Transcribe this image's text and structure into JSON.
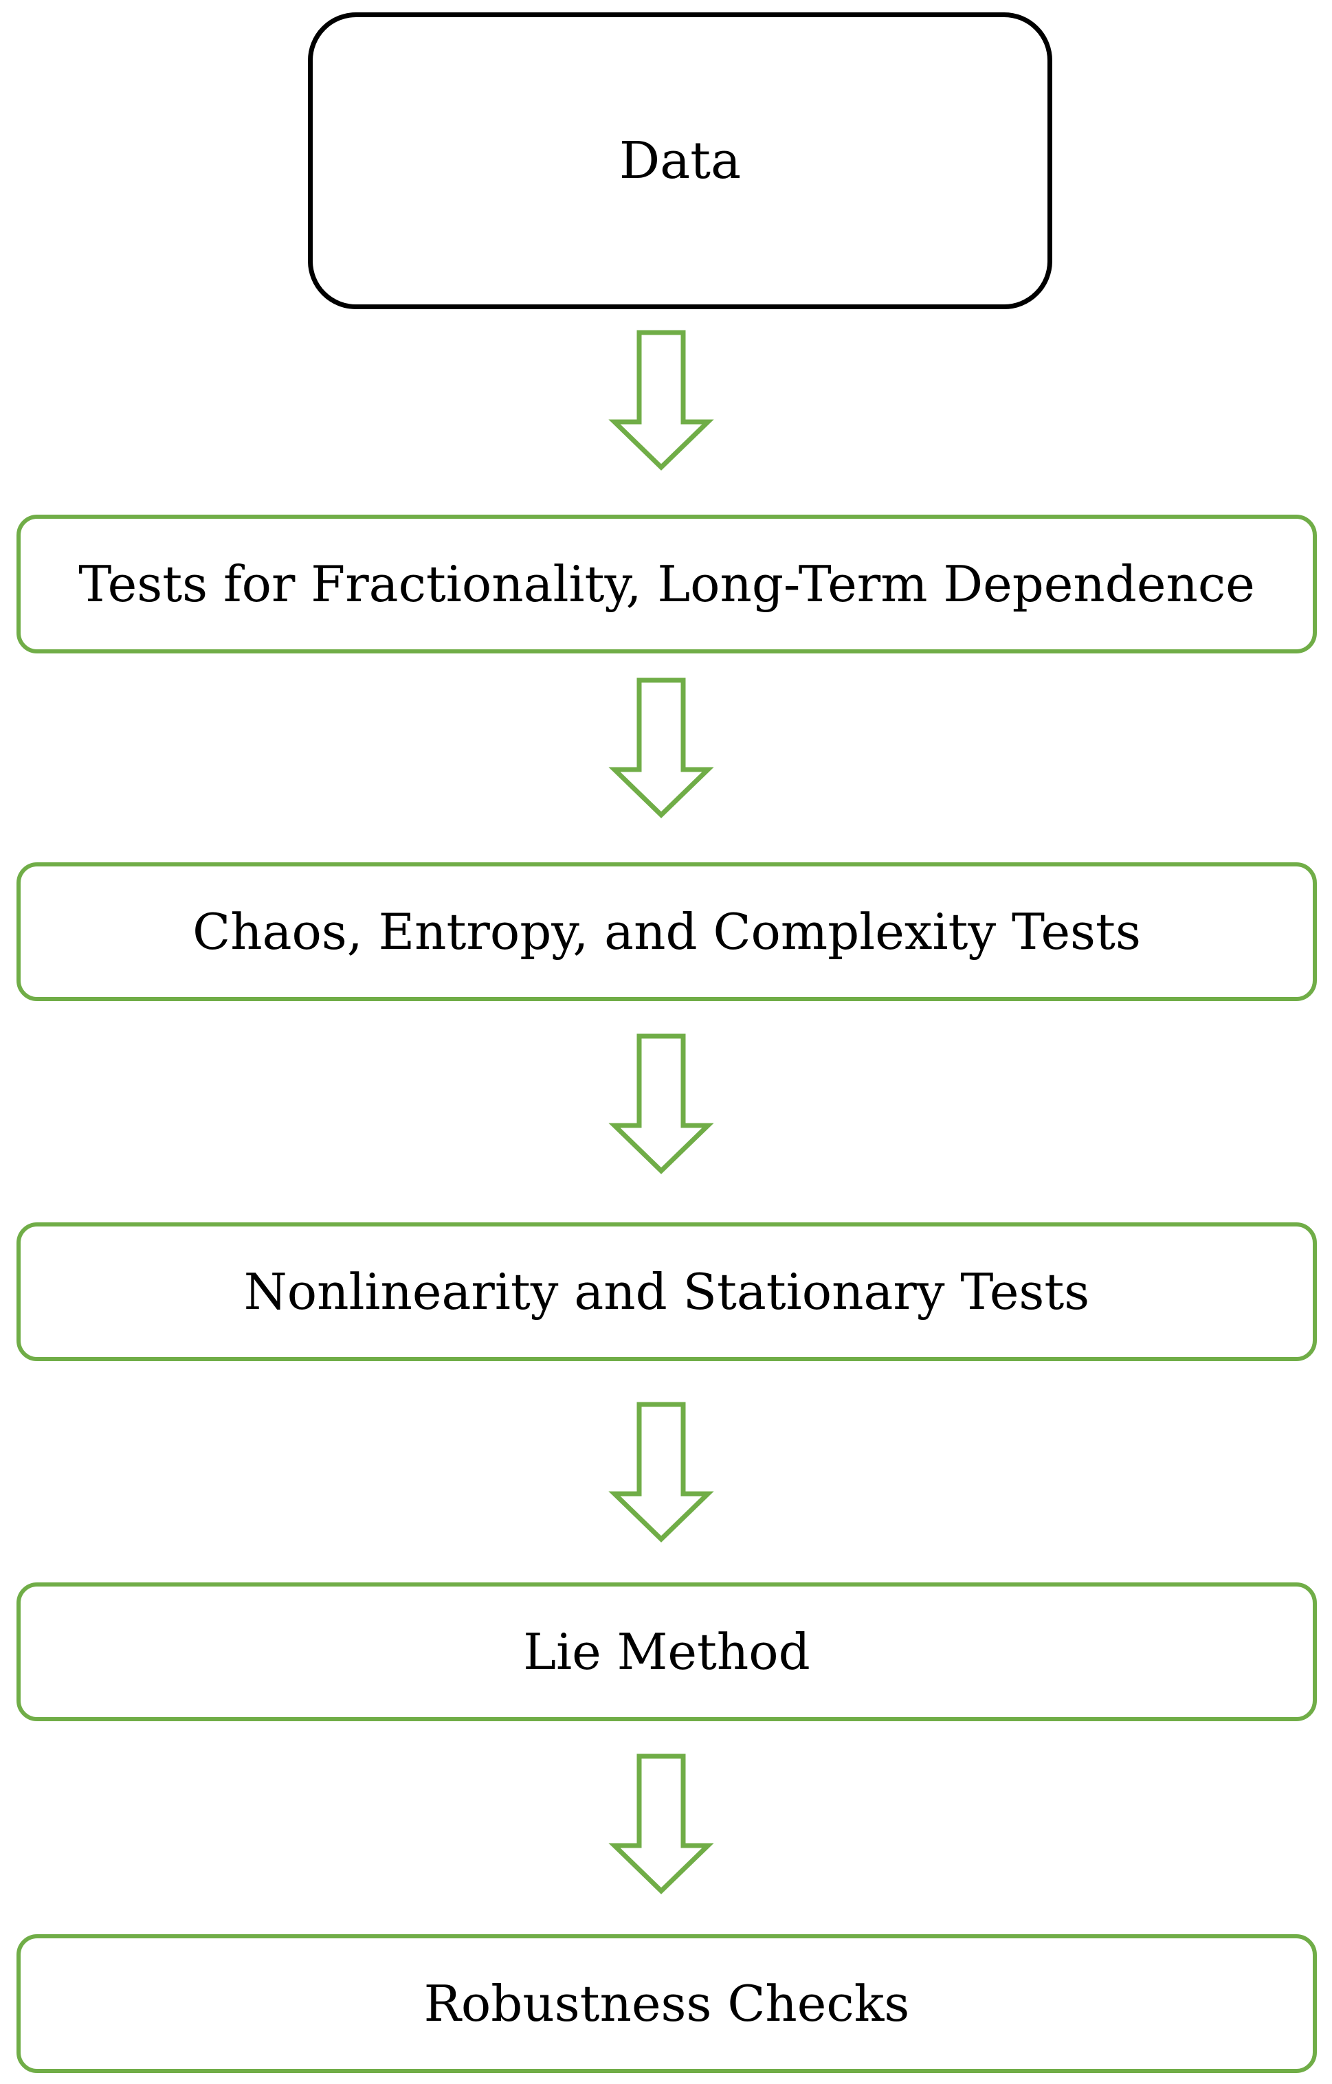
{
  "diagram": {
    "start_node": {
      "label": "Data"
    },
    "steps": [
      {
        "label": "Tests for Fractionality, Long-Term Dependence"
      },
      {
        "label": "Chaos, Entropy, and Complexity Tests"
      },
      {
        "label": "Nonlinearity and Stationary Tests"
      },
      {
        "label": "Lie Method"
      },
      {
        "label": "Robustness Checks"
      }
    ],
    "colors": {
      "start_border": "#000000",
      "step_border": "#70ad47",
      "arrow_outline": "#70ad47",
      "text": "#000000",
      "background": "#ffffff"
    },
    "arrow_icon": "hollow-down-arrow-icon"
  }
}
